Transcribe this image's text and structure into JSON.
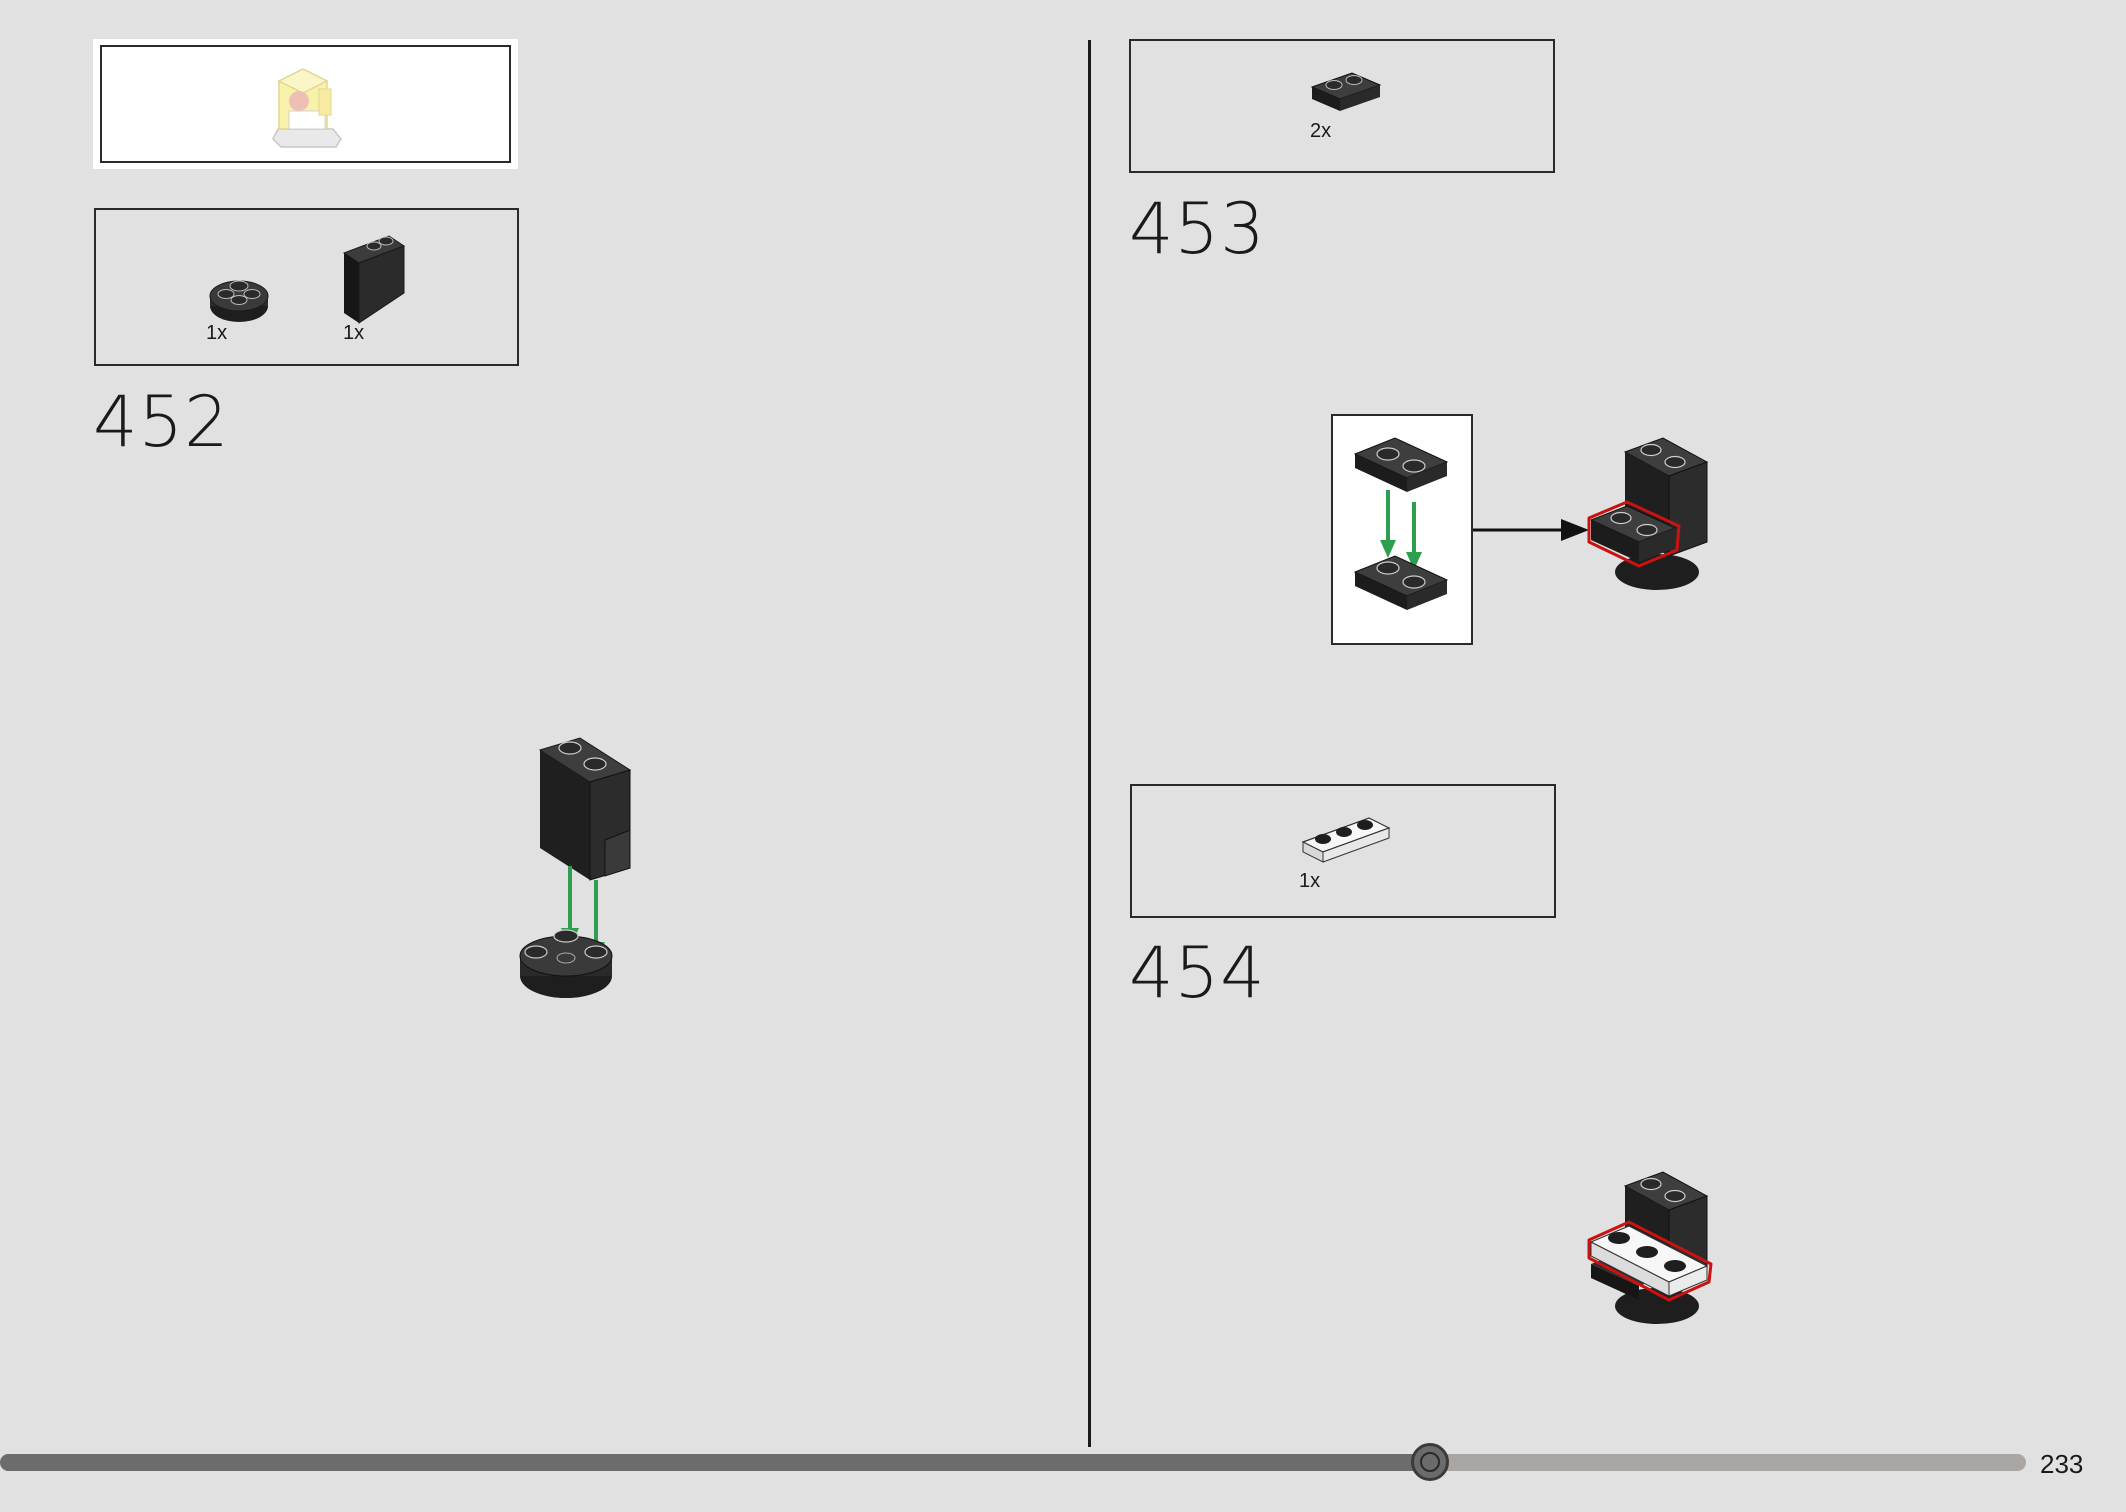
{
  "steps": [
    {
      "number": "452",
      "parts": [
        {
          "qty": "1x"
        },
        {
          "qty": "1x"
        }
      ]
    },
    {
      "number": "453",
      "parts": [
        {
          "qty": "2x"
        }
      ]
    },
    {
      "number": "454",
      "parts": [
        {
          "qty": "1x"
        }
      ]
    }
  ],
  "progress": {
    "fraction": 0.706
  },
  "page": {
    "number": "233"
  },
  "colors": {
    "background": "#e1e1e1",
    "brick_dark": "#1e1e1e",
    "arrow_green": "#2e9e4f",
    "highlight_red": "#cc1111",
    "progress_fill": "#6c6c6c",
    "progress_track": "#aaa6a3"
  }
}
